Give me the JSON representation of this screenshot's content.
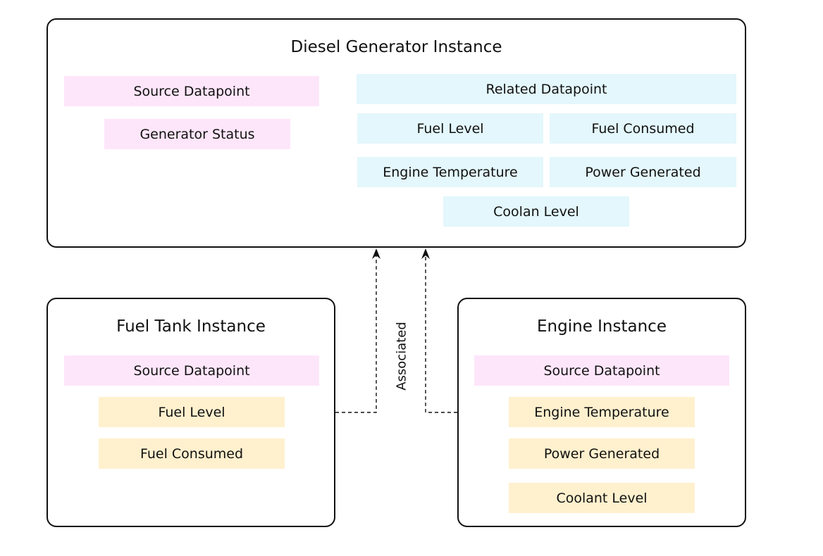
{
  "diagram": {
    "diesel_generator": {
      "title": "Diesel Generator Instance",
      "source_header": "Source Datapoint",
      "source_items": [
        "Generator Status"
      ],
      "related_header": "Related Datapoint",
      "related_items": [
        "Fuel Level",
        "Fuel Consumed",
        "Engine Temperature",
        "Power Generated",
        "Coolan Level"
      ]
    },
    "fuel_tank": {
      "title": "Fuel Tank Instance",
      "source_header": "Source Datapoint",
      "items": [
        "Fuel Level",
        "Fuel Consumed"
      ]
    },
    "engine": {
      "title": "Engine Instance",
      "source_header": "Source Datapoint",
      "items": [
        "Engine Temperature",
        "Power Generated",
        "Coolant Level"
      ]
    },
    "connector_label": "Associated",
    "colors": {
      "source": "#fee6fa",
      "related": "#e3f7fc",
      "datapoint": "#fff0ce",
      "border": "#111111"
    }
  }
}
